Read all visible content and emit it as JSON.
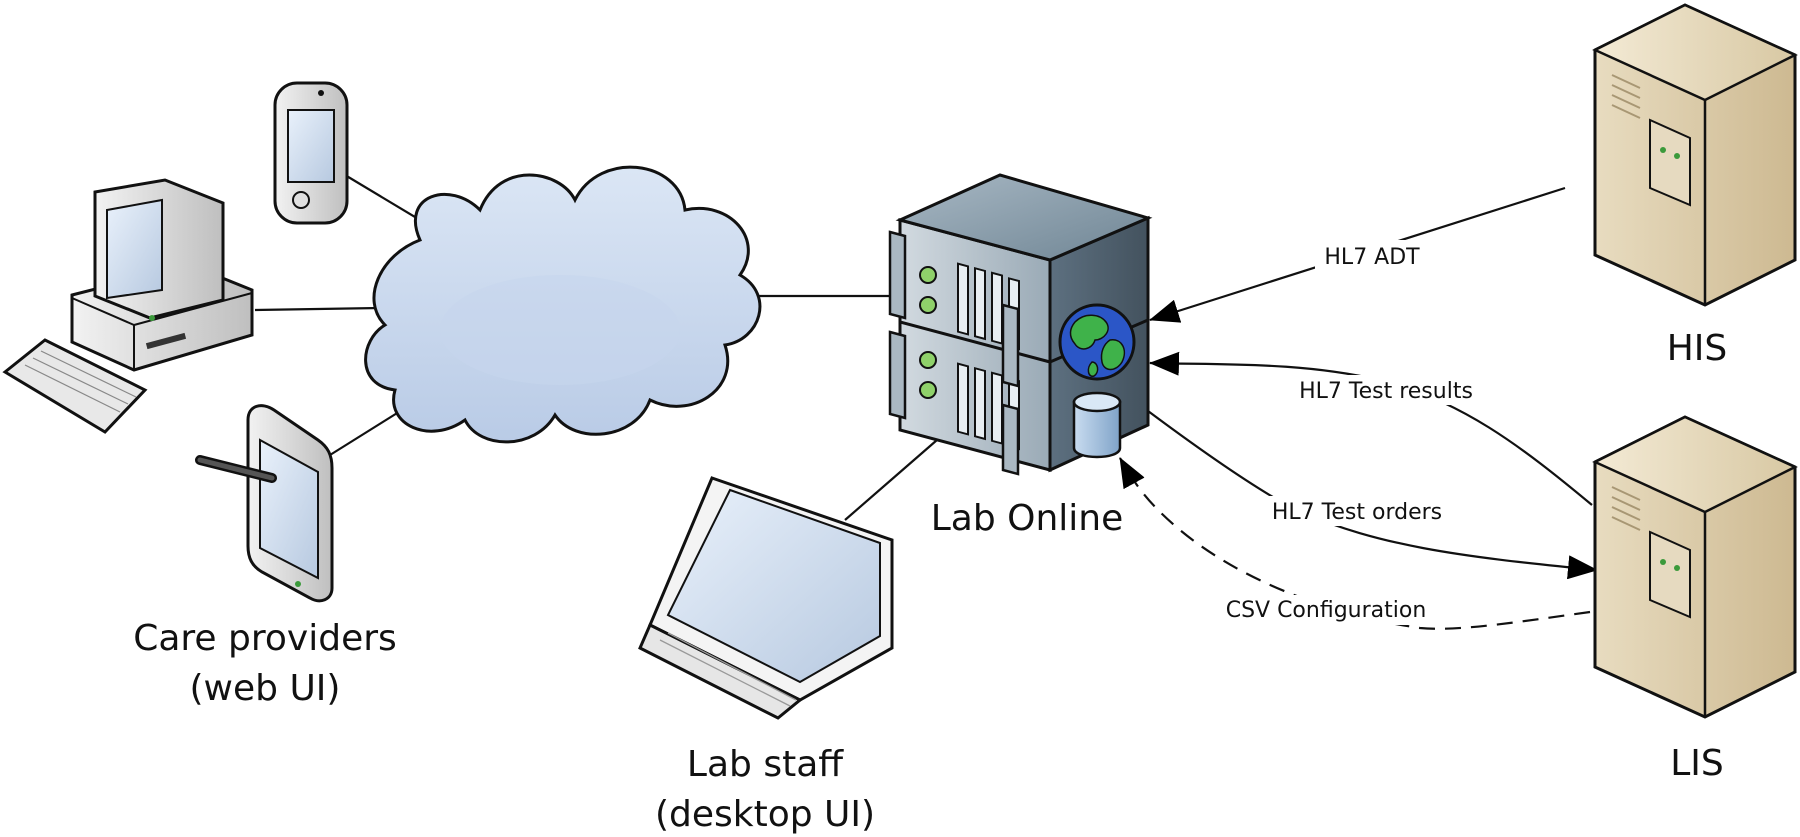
{
  "nodes": {
    "care_providers": {
      "line1": "Care providers",
      "line2": "(web UI)"
    },
    "lab_staff": {
      "line1": "Lab staff",
      "line2": "(desktop UI)"
    },
    "lab_online": {
      "label": "Lab Online"
    },
    "his": {
      "label": "HIS"
    },
    "lis": {
      "label": "LIS"
    }
  },
  "edges": {
    "hl7_adt": "HL7 ADT",
    "hl7_test_results": "HL7 Test results",
    "hl7_test_orders": "HL7 Test orders",
    "csv_configuration": "CSV Configuration"
  },
  "icons": [
    "pda-icon",
    "desktop-computer-icon",
    "tablet-icon",
    "cloud-icon",
    "server-icon",
    "globe-icon",
    "database-icon",
    "laptop-icon",
    "tower-server-icon"
  ]
}
